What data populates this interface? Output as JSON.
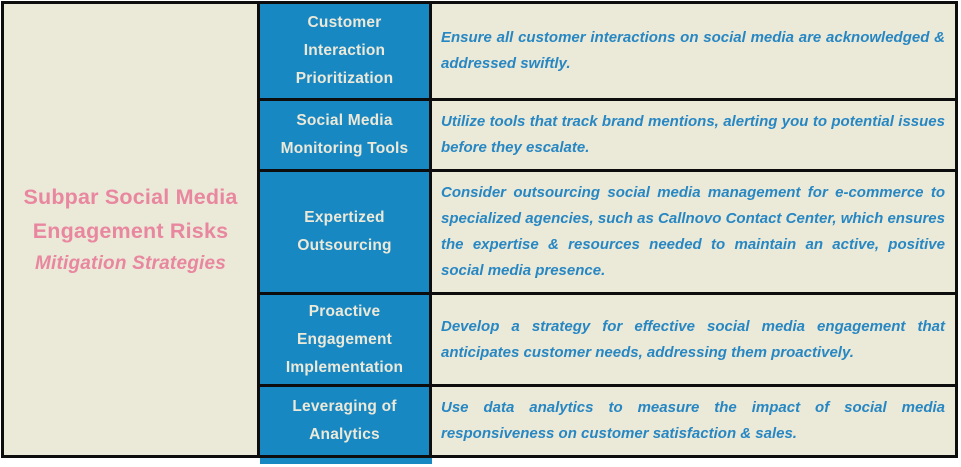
{
  "left_panel": {
    "title_line1": "Subpar Social Media",
    "title_line2": "Engagement Risks",
    "subtitle": "Mitigation Strategies"
  },
  "rows": [
    {
      "strategy": "Customer Interaction Prioritization",
      "description": "Ensure all customer interactions on social media are acknowledged & addressed swiftly."
    },
    {
      "strategy": "Social Media Monitoring Tools",
      "description": "Utilize tools that track brand mentions, alerting you to potential issues before they escalate."
    },
    {
      "strategy": "Expertized Outsourcing",
      "description": "Consider outsourcing social media management for e-commerce to specialized agencies, such as Callnovo Contact Center, which ensures the expertise & resources needed to maintain an active, positive social media presence."
    },
    {
      "strategy": "Proactive Engagement Implementation",
      "description": "Develop a strategy for effective social media engagement that anticipates customer needs, addressing them proactively."
    },
    {
      "strategy": "Leveraging of Analytics",
      "description": "Use data analytics to measure the impact of social media responsiveness on customer satisfaction & sales."
    }
  ],
  "colors": {
    "cell_blue": "#1888c3",
    "background_beige": "#ebe9d8",
    "title_pink": "#e8879f",
    "description_blue": "#2787c3",
    "header_text_cream": "#ece9d8",
    "border_black": "#0d0d0d"
  }
}
